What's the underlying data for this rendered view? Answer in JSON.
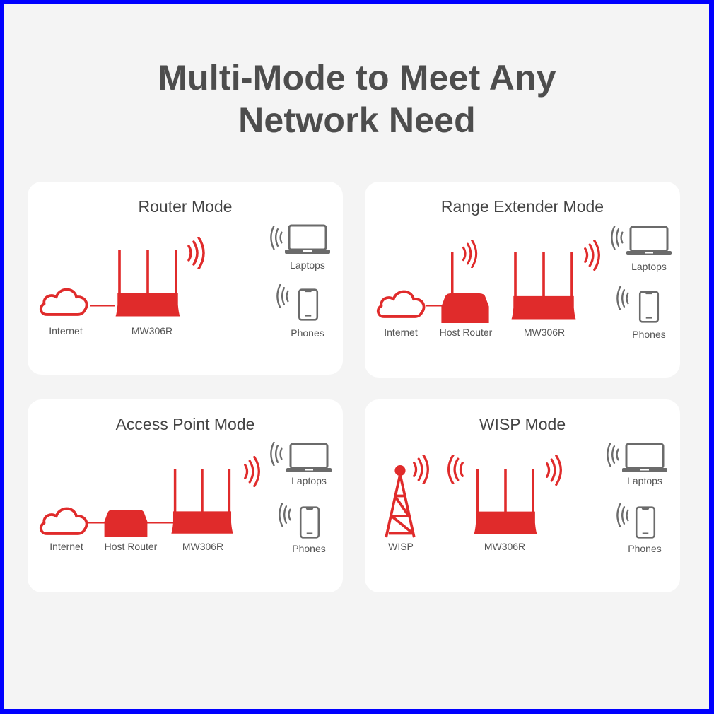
{
  "title": {
    "line1": "Multi-Mode to Meet Any",
    "line2": "Network Need"
  },
  "colors": {
    "accent": "#e02b2b",
    "device_gray": "#6b6b6b",
    "text": "#4d4d4d",
    "card_bg": "#ffffff",
    "page_bg": "#f4f4f4",
    "frame": "#0000ff"
  },
  "cards": [
    {
      "title": "Router Mode",
      "nodes": [
        {
          "icon": "cloud-icon",
          "label": "Internet"
        },
        {
          "icon": "router-icon",
          "label": "MW306R"
        }
      ],
      "clients": [
        {
          "icon": "laptop-icon",
          "label": "Laptops"
        },
        {
          "icon": "phone-icon",
          "label": "Phones"
        }
      ]
    },
    {
      "title": "Range Extender Mode",
      "nodes": [
        {
          "icon": "cloud-icon",
          "label": "Internet"
        },
        {
          "icon": "host-router-icon",
          "label": "Host Router"
        },
        {
          "icon": "router-icon",
          "label": "MW306R"
        }
      ],
      "clients": [
        {
          "icon": "laptop-icon",
          "label": "Laptops"
        },
        {
          "icon": "phone-icon",
          "label": "Phones"
        }
      ]
    },
    {
      "title": "Access Point Mode",
      "nodes": [
        {
          "icon": "cloud-icon",
          "label": "Internet"
        },
        {
          "icon": "host-router-icon",
          "label": "Host Router"
        },
        {
          "icon": "router-icon",
          "label": "MW306R"
        }
      ],
      "clients": [
        {
          "icon": "laptop-icon",
          "label": "Laptops"
        },
        {
          "icon": "phone-icon",
          "label": "Phones"
        }
      ]
    },
    {
      "title": "WISP Mode",
      "nodes": [
        {
          "icon": "tower-icon",
          "label": "WISP"
        },
        {
          "icon": "router-icon",
          "label": "MW306R"
        }
      ],
      "clients": [
        {
          "icon": "laptop-icon",
          "label": "Laptops"
        },
        {
          "icon": "phone-icon",
          "label": "Phones"
        }
      ]
    }
  ]
}
